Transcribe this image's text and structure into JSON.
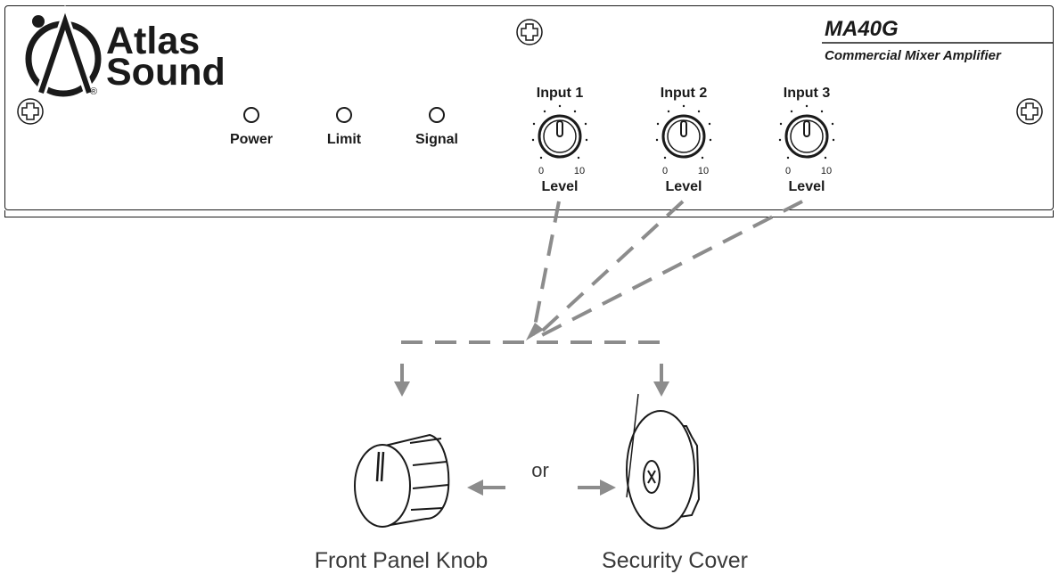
{
  "brand": {
    "line1": "Atlas",
    "line2": "Sound",
    "registered": "®"
  },
  "model": {
    "name": "MA40G",
    "subtitle": "Commercial Mixer Amplifier"
  },
  "indicators": [
    {
      "label": "Power"
    },
    {
      "label": "Limit"
    },
    {
      "label": "Signal"
    }
  ],
  "inputs": [
    {
      "label": "Input 1",
      "min": "0",
      "max": "10",
      "control": "Level"
    },
    {
      "label": "Input 2",
      "min": "0",
      "max": "10",
      "control": "Level"
    },
    {
      "label": "Input 3",
      "min": "0",
      "max": "10",
      "control": "Level"
    }
  ],
  "options": {
    "knob_caption": "Front Panel Knob",
    "cover_caption": "Security Cover",
    "connector": "or"
  },
  "colors": {
    "line": "#1a1a1a",
    "arrow": "#8c8c8c"
  }
}
